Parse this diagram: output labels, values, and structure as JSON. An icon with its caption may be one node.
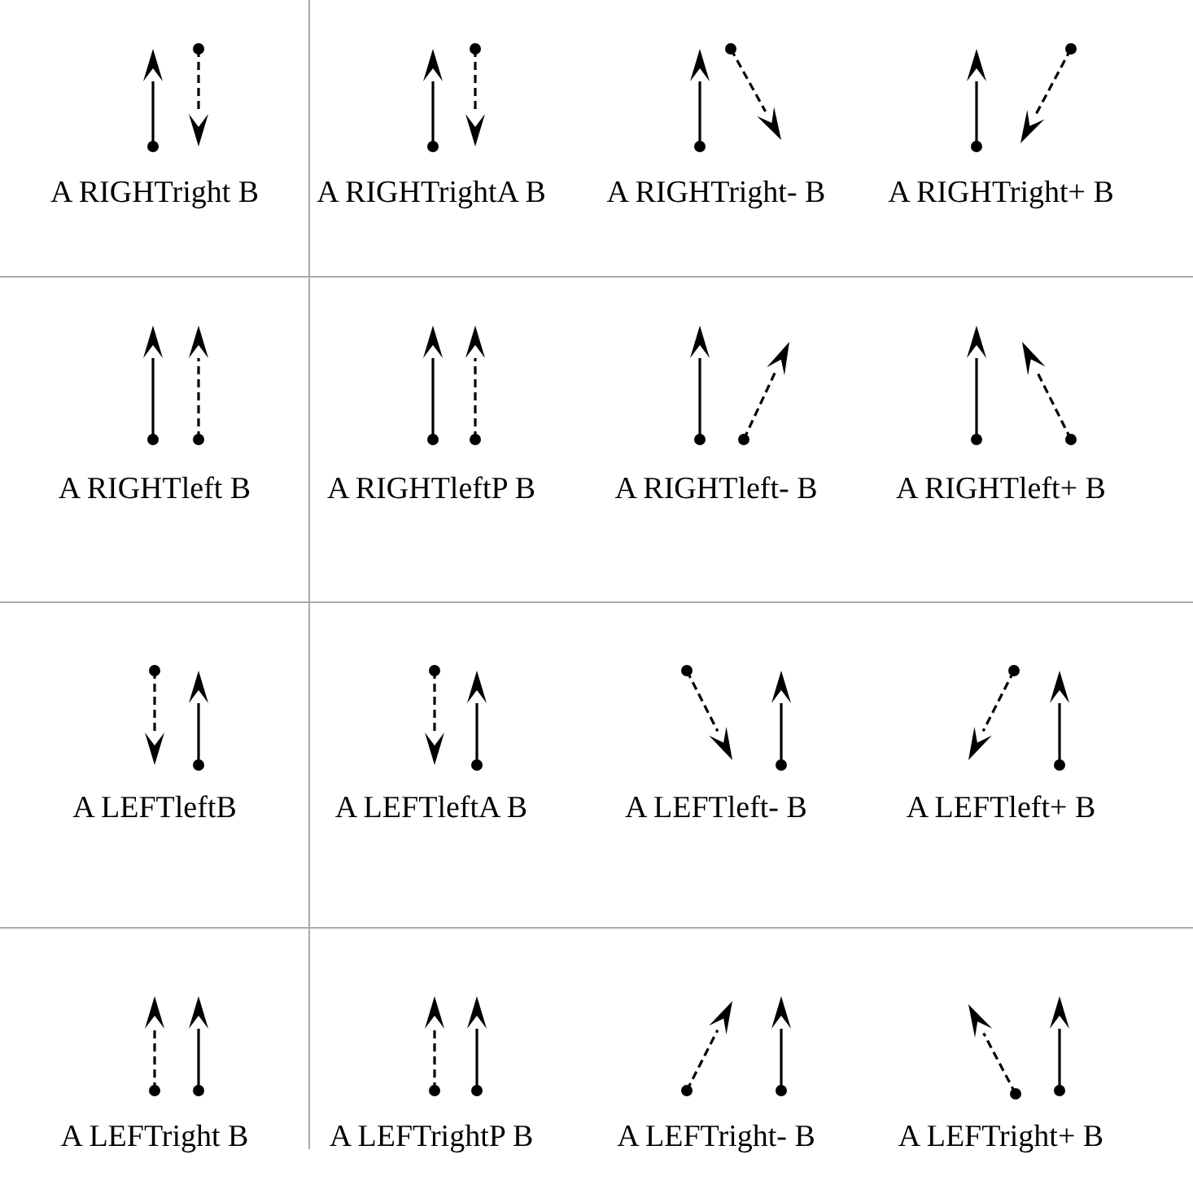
{
  "diagram": {
    "labels": [
      "A RIGHTright B",
      "A RIGHTrightA B",
      "A RIGHTright- B",
      "A RIGHTright+ B",
      "A RIGHTleft B",
      "A RIGHTleftP B",
      "A RIGHTleft- B",
      "A RIGHTleft+ B",
      "A LEFTleftB",
      "A LEFTleftA B",
      "A LEFTleft- B",
      "A LEFTleft+ B",
      "A LEFTright B",
      "A LEFTrightP B",
      "A LEFTright- B",
      "A LEFTright+ B"
    ]
  }
}
